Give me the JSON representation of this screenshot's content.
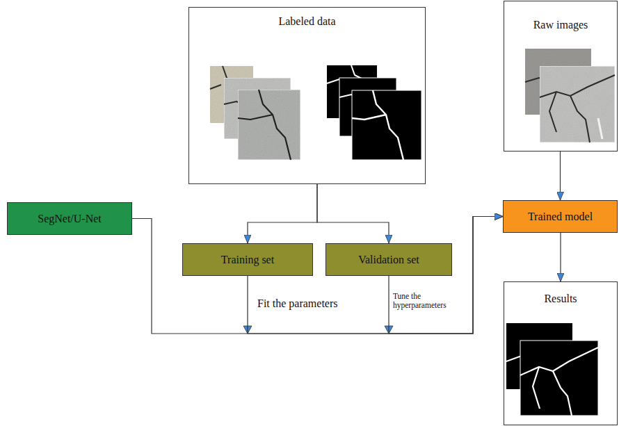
{
  "diagram": {
    "nodes": [
      {
        "text": [
          "Labeled data"
        ]
      },
      {
        "text": [
          "Raw images"
        ]
      },
      {
        "text": [
          "SegNet/U-Net"
        ]
      },
      {
        "text": [
          "Training set"
        ]
      },
      {
        "text": [
          "Validation set"
        ]
      },
      {
        "text": [
          "Trained model"
        ]
      },
      {
        "text": [
          "Results"
        ]
      }
    ],
    "edges": [
      {
        "from": 0,
        "to": 3,
        "arrow": "to"
      },
      {
        "from": 0,
        "to": 4,
        "arrow": "to"
      },
      {
        "from": 1,
        "to": 5,
        "arrow": "to"
      },
      {
        "from": 5,
        "to": 6,
        "arrow": "to"
      },
      {
        "from": 2,
        "to": 5,
        "arrow": "to"
      },
      {
        "from": 3,
        "to": 5,
        "arrow": "to",
        "label": "Fit the parameters"
      },
      {
        "from": 4,
        "to": 5,
        "arrow": "to",
        "label": "Tune the hyperparameters"
      }
    ]
  }
}
